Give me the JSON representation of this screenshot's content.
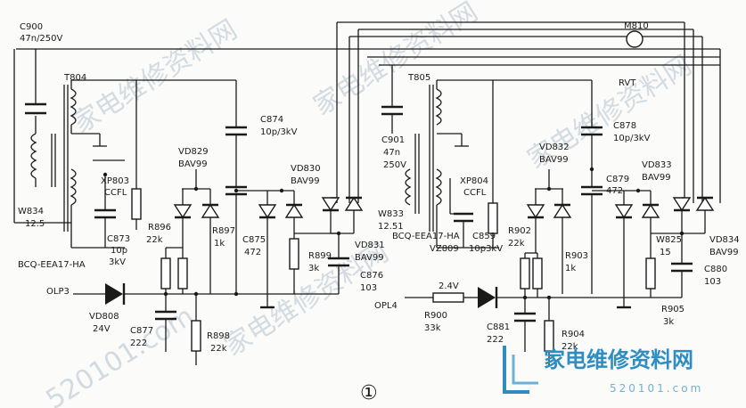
{
  "labels": {
    "c900": "C900",
    "c900_val": "47n/250V",
    "m810": "M810",
    "rvt": "RVT",
    "t804": "T804",
    "t805": "T805",
    "w834": "W834",
    "w834_val": "12.5",
    "w833": "W833",
    "w833_val": "12.51",
    "c901": "C901",
    "c901_val1": "47n",
    "c901_val2": "250V",
    "xp803": "XP803",
    "xp803_sub": "CCFL",
    "xp804": "XP804",
    "xp804_sub": "CCFL",
    "c873": "C873",
    "c873_val1": "10p",
    "c873_val2": "3kV",
    "c859": "C859",
    "c859_val": "10p3kV",
    "c874": "C874",
    "c874_val": "10p/3kV",
    "c878": "C878",
    "c878_val": "10p/3kV",
    "vd829": "VD829",
    "vd829_val": "BAV99",
    "vd830": "VD830",
    "vd830_val": "BAV99",
    "vd831": "VD831",
    "vd831_val": "BAV99",
    "vd832": "VD832",
    "vd832_val": "BAV99",
    "vd833": "VD833",
    "vd833_val": "BAV99",
    "vd834": "VD834",
    "vd834_val": "BAV99",
    "c879": "C879",
    "c879_val": "472",
    "r896": "R896",
    "r896_val": "22k",
    "r897": "R897",
    "r897_val": "1k",
    "c875": "C875",
    "c875_val": "472",
    "r899": "R899",
    "r899_val": "3k",
    "c876": "C876",
    "c876_val": "103",
    "r902": "R902",
    "r902_val": "22k",
    "r903": "R903",
    "r903_val": "1k",
    "w825": "W825",
    "w825_val": "15",
    "c880": "C880",
    "c880_val": "103",
    "r905": "R905",
    "r905_val": "3k",
    "bcq_left": "BCQ-EEA17-HA",
    "bcq_right": "BCQ-EEA17-HA",
    "olp3": "OLP3",
    "opl4": "OPL4",
    "vd808": "VD808",
    "vd808_val": "24V",
    "c877": "C877",
    "c877_val": "222",
    "r898": "R898",
    "r898_val": "22k",
    "vz809": "VZ809",
    "vz809_val": "2.4V",
    "r900": "R900",
    "r900_val": "33k",
    "c881": "C881",
    "c881_val": "222",
    "r904": "R904",
    "r904_val": "22k",
    "figure_no": "①"
  },
  "watermark": {
    "logo_text": "家电维修资料网",
    "url_text": "520101.com"
  }
}
